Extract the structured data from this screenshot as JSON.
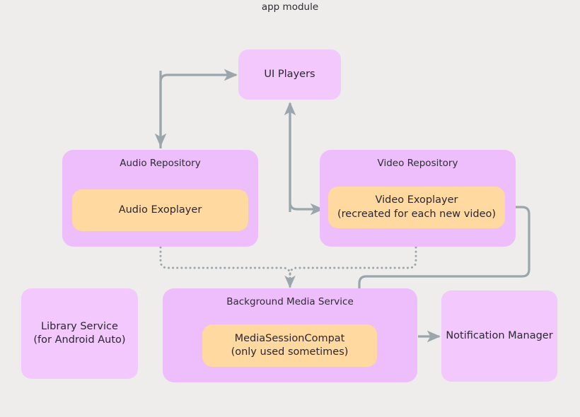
{
  "diagram": {
    "title": "app module",
    "colors": {
      "background": "#eeedec",
      "group_fill": "#eebdfc",
      "node_fill": "#f2c8fd",
      "inner_fill": "#ffd9a0",
      "connector": "#9aa6ab",
      "text": "#2f2c33"
    },
    "nodes": {
      "ui_players": {
        "label": "UI Players"
      },
      "audio_repository": {
        "label": "Audio Repository"
      },
      "audio_exoplayer": {
        "label": "Audio Exoplayer"
      },
      "video_repository": {
        "label": "Video Repository"
      },
      "video_exoplayer": {
        "label": "Video Exoplayer\n(recreated for each new video)"
      },
      "library_service": {
        "label": "Library Service\n(for Android Auto)"
      },
      "background_media_service": {
        "label": "Background Media Service"
      },
      "media_session_compat": {
        "label": "MediaSessionCompat\n(only used sometimes)"
      },
      "notification_manager": {
        "label": "Notification Manager"
      }
    },
    "connectors": [
      {
        "name": "audio-repository-to-ui-players",
        "style": "solid"
      },
      {
        "name": "ui-players-down-to-audio-repository",
        "style": "solid"
      },
      {
        "name": "video-exoplayer-to-ui-players",
        "style": "solid"
      },
      {
        "name": "audio-repository-to-background-media-service",
        "style": "dotted"
      },
      {
        "name": "video-repository-to-background-media-service",
        "style": "dotted"
      },
      {
        "name": "video-exoplayer-to-media-session-compat",
        "style": "solid"
      },
      {
        "name": "background-media-service-to-notification-manager",
        "style": "solid"
      }
    ]
  }
}
